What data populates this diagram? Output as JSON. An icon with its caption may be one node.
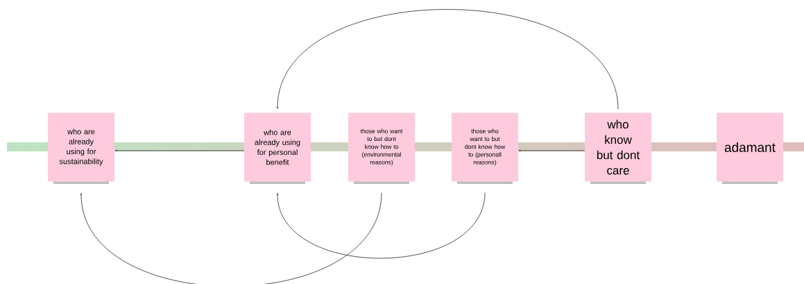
{
  "diagram": {
    "nodes": [
      {
        "text": [
          "who are already using for sustainability"
        ]
      },
      {
        "text": [
          "who are already using for personal benefit"
        ]
      },
      {
        "text": [
          "those who want to but dont know how to (environmental reasons)"
        ]
      },
      {
        "text": [
          "those who want to but dont know how to (personall reasons)"
        ]
      },
      {
        "text": [
          "who know but dont care"
        ]
      },
      {
        "text": [
          "adamant"
        ]
      }
    ],
    "edges": [
      {
        "from": 1,
        "to": 0,
        "arrow": "to"
      },
      {
        "from": 4,
        "to": 3,
        "arrow": "to"
      },
      {
        "from": 4,
        "to": 1,
        "arrow": "to"
      },
      {
        "from": 2,
        "to": 0,
        "arrow": "to"
      },
      {
        "from": 3,
        "to": 1,
        "arrow": "to"
      }
    ]
  }
}
